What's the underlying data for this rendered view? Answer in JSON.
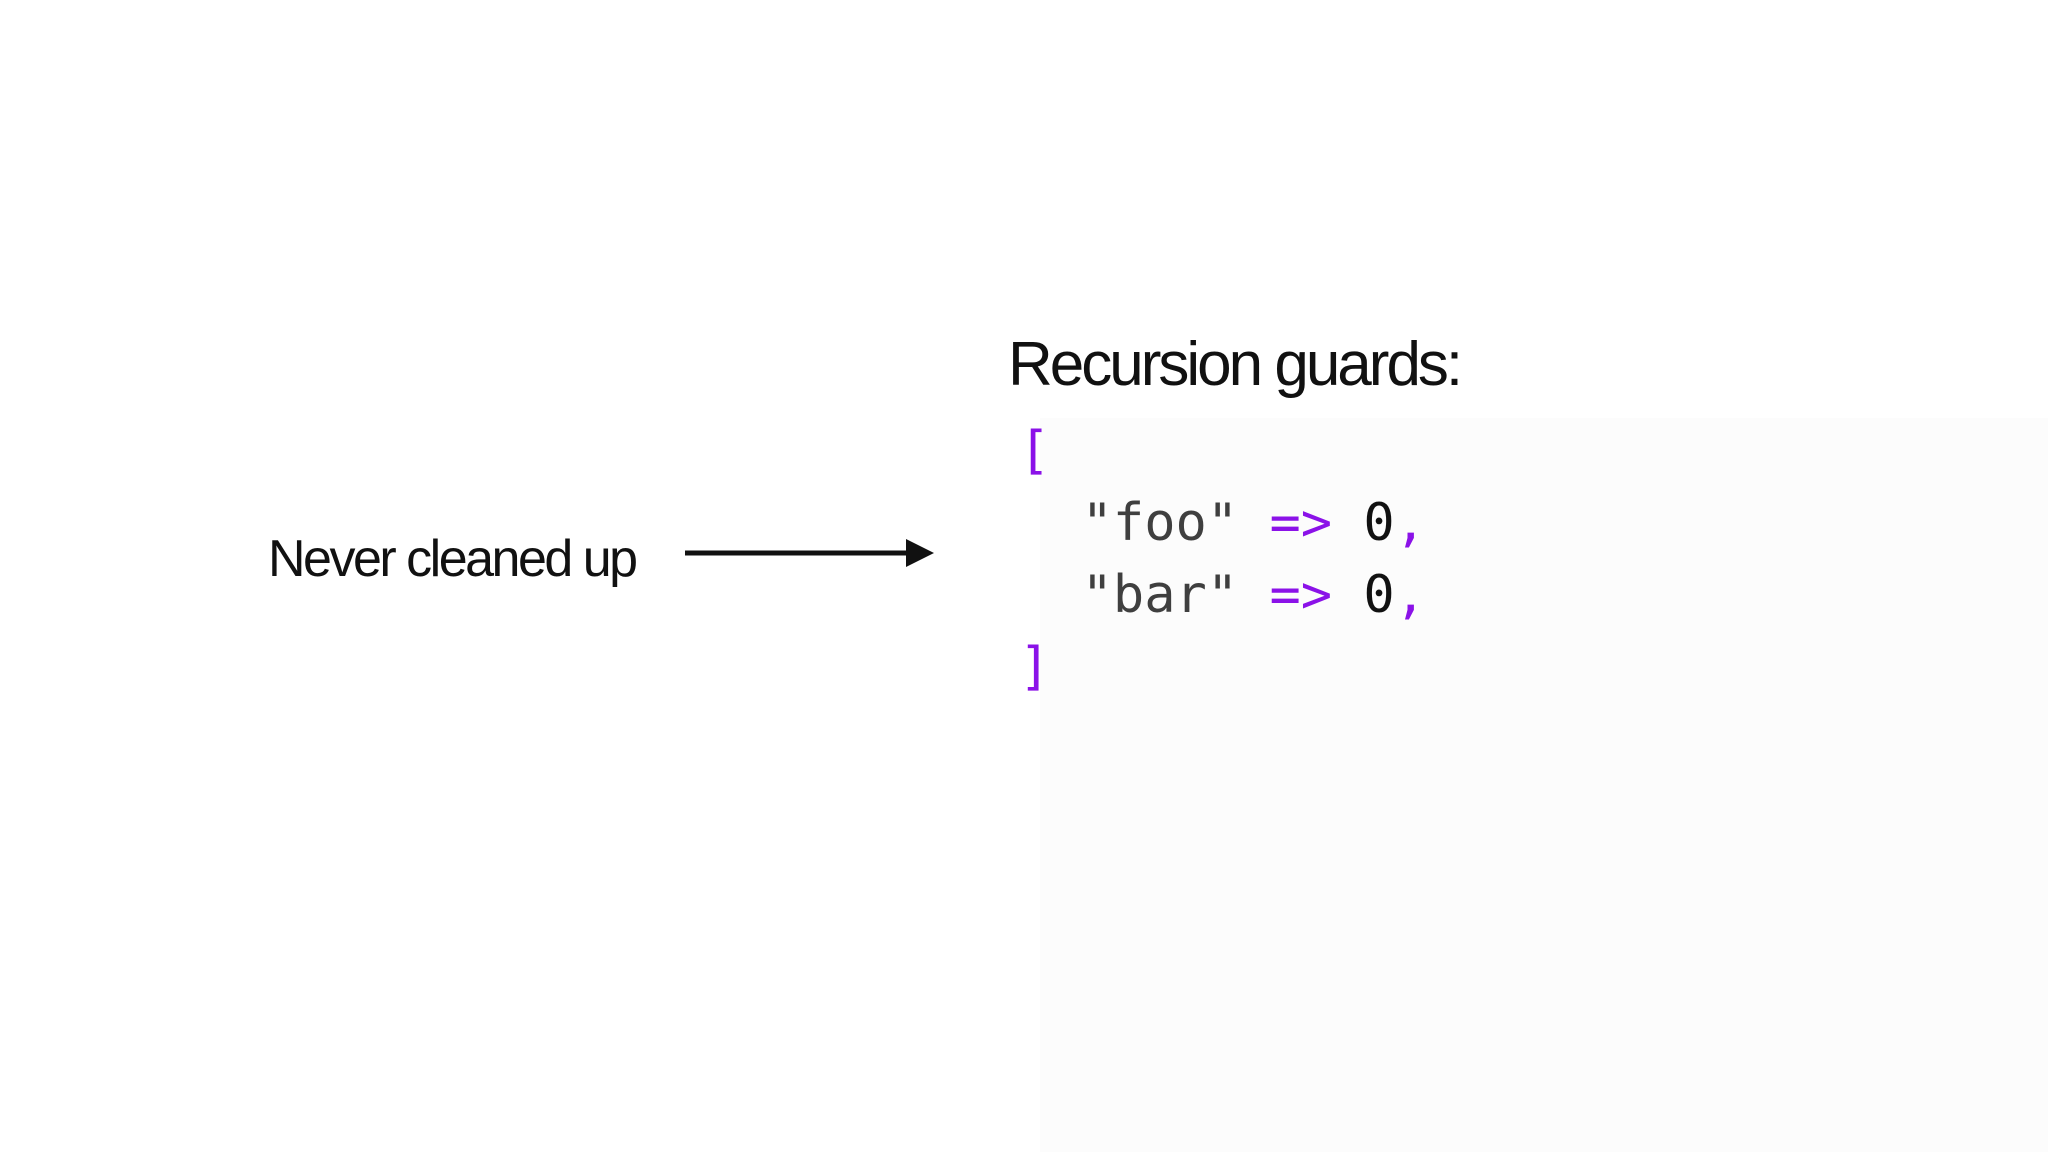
{
  "slide": {
    "label": "Never cleaned up",
    "heading": "Recursion guards:"
  },
  "code": {
    "open_bracket": "[",
    "entries": [
      {
        "key": "\"foo\"",
        "arrow": "=>",
        "value": "0",
        "comma": ","
      },
      {
        "key": "\"bar\"",
        "arrow": "=>",
        "value": "0",
        "comma": ","
      }
    ],
    "close_bracket": "]"
  },
  "colors": {
    "punctuation_purple": "#8b12e8",
    "string_gray": "#3f3f3f",
    "number_black": "#111111",
    "text_black": "#111111",
    "code_background": "#fcfcfc",
    "arrow_black": "#111111"
  }
}
